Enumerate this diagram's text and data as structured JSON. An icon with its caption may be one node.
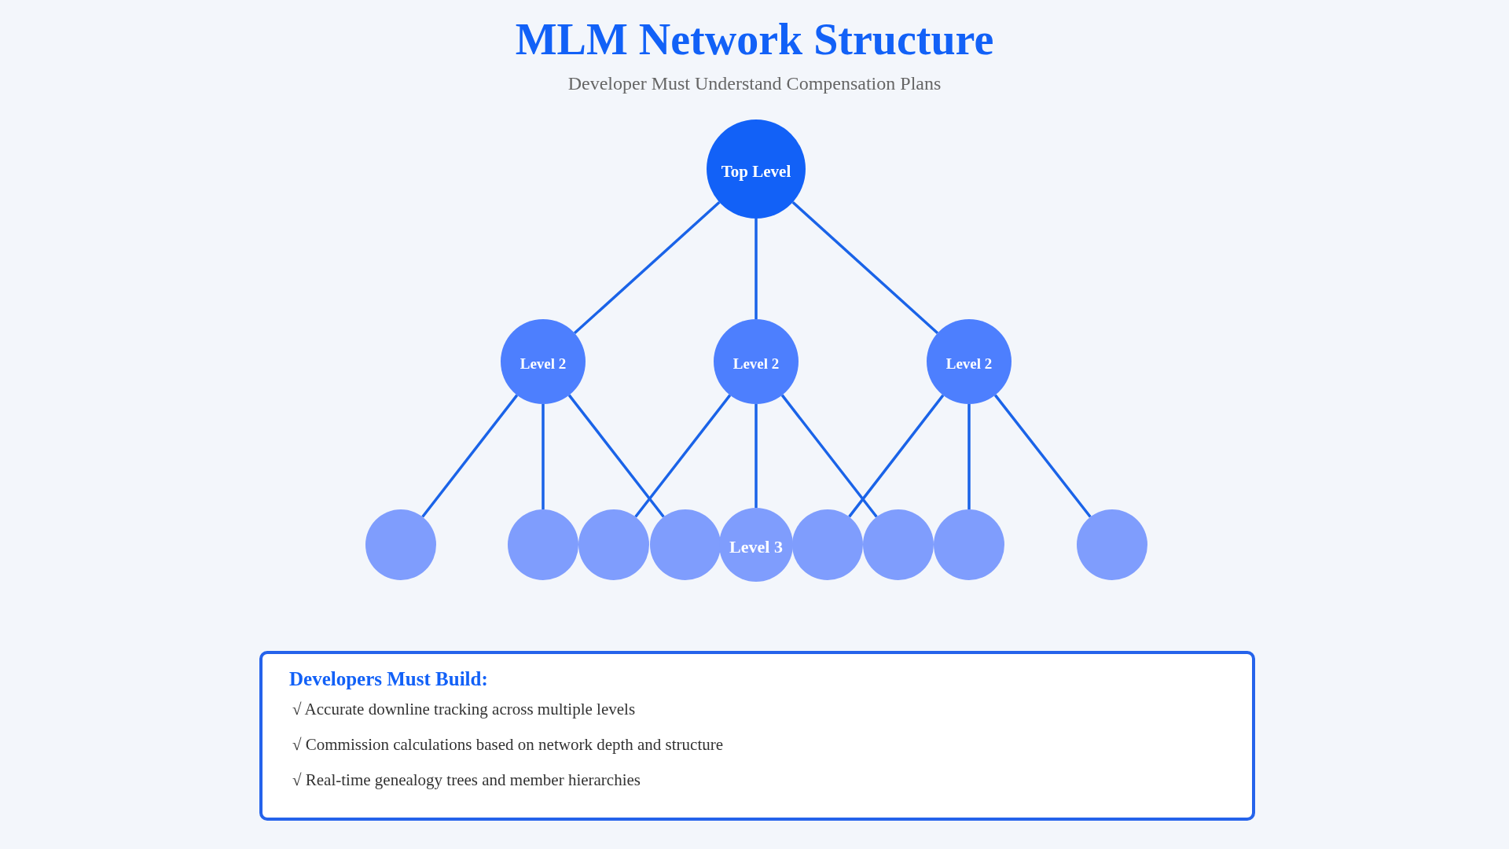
{
  "diagram": {
    "title": "MLM Network Structure",
    "nodes": [
      {
        "text": [
          "Top Level"
        ]
      },
      {
        "text": [
          "Level 2"
        ]
      },
      {
        "text": [
          "Level 2"
        ]
      },
      {
        "text": [
          "Level 2"
        ]
      },
      {
        "text": [],
        "shape": "circle"
      },
      {
        "text": [],
        "shape": "circle"
      },
      {
        "text": [],
        "shape": "circle"
      },
      {
        "text": [],
        "shape": "circle"
      },
      {
        "text": [
          "Level 3"
        ]
      },
      {
        "text": [],
        "shape": "circle"
      },
      {
        "text": [],
        "shape": "circle"
      },
      {
        "text": [],
        "shape": "circle"
      },
      {
        "text": [],
        "shape": "circle"
      },
      {
        "text": [
          "Developers Must Build:",
          "√ Accurate downline tracking across multiple levels",
          "√ Commission calculations based on network depth and structure",
          "√ Real-time genealogy trees and member hierarchies"
        ]
      }
    ],
    "edges": [
      {
        "from": 0,
        "to": 1,
        "arrow": "none"
      },
      {
        "from": 0,
        "to": 2,
        "arrow": "none"
      },
      {
        "from": 0,
        "to": 3,
        "arrow": "none"
      },
      {
        "from": 1,
        "to": 4,
        "arrow": "none"
      },
      {
        "from": 1,
        "to": 5,
        "arrow": "none"
      },
      {
        "from": 1,
        "to": 7,
        "arrow": "none"
      },
      {
        "from": 2,
        "to": 6,
        "arrow": "none"
      },
      {
        "from": 2,
        "to": 8,
        "arrow": "none"
      },
      {
        "from": 2,
        "to": 10,
        "arrow": "none"
      },
      {
        "from": 3,
        "to": 9,
        "arrow": "none"
      },
      {
        "from": 3,
        "to": 11,
        "arrow": "none"
      },
      {
        "from": 3,
        "to": 12,
        "arrow": "none"
      }
    ],
    "labels": [
      "Developer Must Understand Compensation Plans"
    ]
  }
}
